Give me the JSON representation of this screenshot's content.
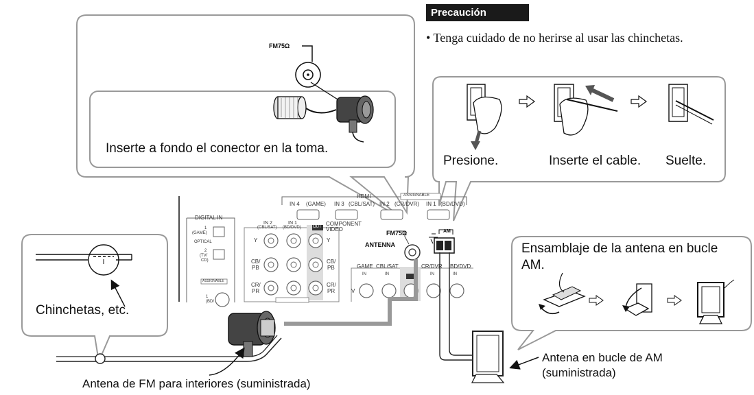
{
  "caution": {
    "heading": "Precaución",
    "text": "• Tenga cuidado de no herirse al usar las chinchetas."
  },
  "fm_callout": {
    "connector_label": "FM75Ω",
    "instruction": "Inserte a fondo el conector en la toma."
  },
  "am_steps": {
    "step1": "Presione.",
    "step2": "Inserte el cable.",
    "step3": "Suelte."
  },
  "panel": {
    "hdmi": "HDMI",
    "assignable": "ASSIGNABLE",
    "hdmi_in4": "IN 4",
    "hdmi_in4_sub": "(GAME)",
    "hdmi_in3": "IN 3",
    "hdmi_in3_sub": "(CBL/SAT)",
    "hdmi_in2": "IN 2",
    "hdmi_in2_sub": "(CR/DVR)",
    "hdmi_in1": "IN 1",
    "hdmi_in1_sub": "(BD/DVD)",
    "digital_in": "DIGITAL IN",
    "optical": "OPTICAL",
    "opt1": "1",
    "opt1_sub": "(GAME)",
    "opt2": "2",
    "opt2_sub": "(TV/",
    "opt2_sub2": "CD)",
    "assignable_lower": "ASSIGNABLE",
    "in2_comp": "IN 2",
    "in2_comp_sub": "(CBL/SAT)",
    "in1_comp": "IN 1",
    "in1_comp_sub": "(BD/DVD)",
    "out": "OUT",
    "component_video_1": "COMPONENT",
    "component_video_2": "VIDEO",
    "y": "Y",
    "cb": "CB/",
    "pb": "PB",
    "cr": "CR/",
    "pr": "PR",
    "fm75": "FM75Ω",
    "am": "AM",
    "antenna": "ANTENNA",
    "game": "GAME",
    "cbl_sat": "CBL/SAT",
    "cr_dvr": "CR/DVR",
    "bd_dvd": "BD/DVD",
    "in": "IN",
    "v": "V",
    "bd_small": "(BD/",
    "one": "1"
  },
  "pushpin_callout": {
    "label": "Chinchetas, etc."
  },
  "loop_assembly": {
    "title_line1": "Ensamblaje de la antena en bucle",
    "title_line2": "AM."
  },
  "am_antenna": {
    "line1": "Antena en bucle de AM",
    "line2": "(suministrada)"
  },
  "fm_antenna": {
    "label": "Antena de FM para interiores (suministrada)"
  }
}
